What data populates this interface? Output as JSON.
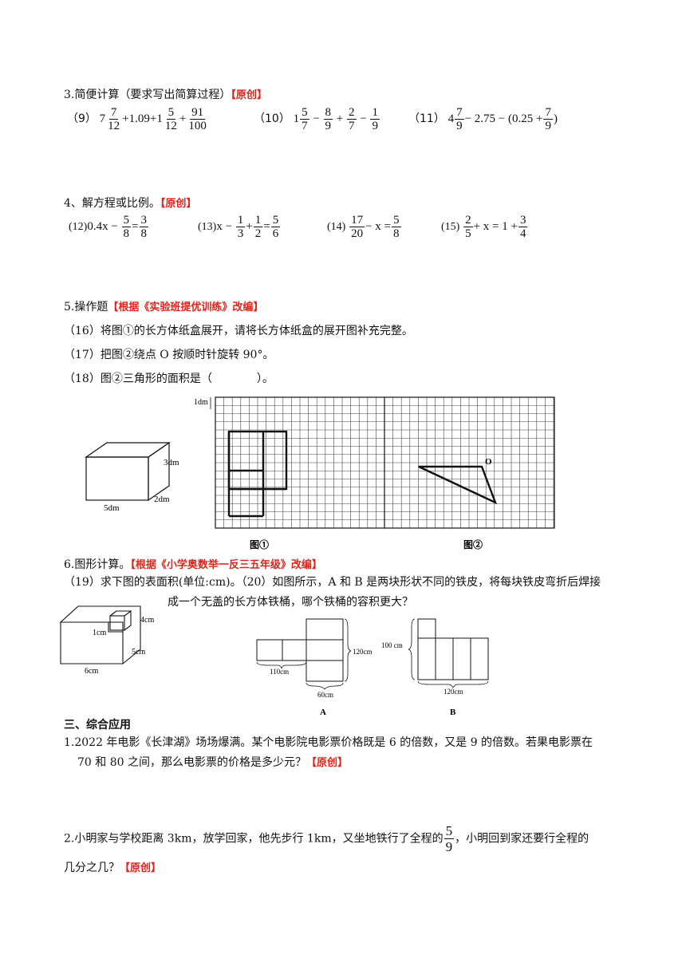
{
  "sec3": {
    "title": "3.简便计算（要求写出简算过程）",
    "tag": "【原创】",
    "p9": {
      "label": "（9）",
      "w1": "7",
      "f1n": "7",
      "f1d": "12",
      "m1": "+1.09+1",
      "f2n": "5",
      "f2d": "12",
      "op": "+",
      "f3n": "91",
      "f3d": "100"
    },
    "p10": {
      "label": "（10）",
      "w1": "1",
      "f1n": "5",
      "f1d": "7",
      "op1": "−",
      "f2n": "8",
      "f2d": "9",
      "op2": "+",
      "f3n": "2",
      "f3d": "7",
      "op3": "−",
      "f4n": "1",
      "f4d": "9"
    },
    "p11": {
      "label": "（11）",
      "w1": "4",
      "f1n": "7",
      "f1d": "9",
      "mid": "− 2.75 − (0.25 +",
      "f2n": "7",
      "f2d": "9",
      "close": ")"
    }
  },
  "sec4": {
    "title": "4、解方程或比例。",
    "tag": "【原创】",
    "p12": {
      "label": "(12)",
      "a": "0.4x −",
      "f1n": "5",
      "f1d": "8",
      "eq": "=",
      "f2n": "3",
      "f2d": "8"
    },
    "p13": {
      "label": "(13)",
      "a": "x −",
      "f1n": "1",
      "f1d": "3",
      "op": "+",
      "f2n": "1",
      "f2d": "2",
      "eq": "=",
      "f3n": "5",
      "f3d": "6"
    },
    "p14": {
      "label": "(14)",
      "f1n": "17",
      "f1d": "20",
      "a": "− x =",
      "f2n": "5",
      "f2d": "8"
    },
    "p15": {
      "label": "(15)",
      "f1n": "2",
      "f1d": "5",
      "a": "+ x = 1 +",
      "f2n": "3",
      "f2d": "4"
    }
  },
  "sec5": {
    "title": "5.操作题",
    "tag": "【根据《实验班提优训练》改编】",
    "q16": "（16）将图①的长方体纸盒展开，请将长方体纸盒的展开图补充完整。",
    "q17": "（17）把图②绕点 O 按顺时针旋转 90°。",
    "q18": "（18）图②三角形的面积是（　　　　）。",
    "box_labels": {
      "h": "3dm",
      "w": "5dm",
      "d": "2dm"
    },
    "grid_unit": "1dm",
    "point": "O",
    "fig1": "图①",
    "fig2": "图②"
  },
  "sec6": {
    "title": "6.图形计算。",
    "tag": "【根据《小学奥数举一反三五年级》改编】",
    "q19": "（19）求下图的表面积(单位:cm)。",
    "q20a": "（20）如图所示，A 和 B 是两块形状不同的铁皮，将每块铁皮弯折后焊接",
    "q20b": "成一个无盖的长方体铁桶，哪个铁桶的容积更大？",
    "solid_labels": {
      "h": "4cm",
      "d": "5cm",
      "w": "6cm",
      "cut": "1cm"
    },
    "A_labels": {
      "w": "110cm",
      "h": "120cm",
      "b": "60cm",
      "name": "A"
    },
    "B_labels": {
      "h": "100 cm",
      "w": "120cm",
      "name": "B"
    }
  },
  "sec_apply": {
    "title": "三、综合应用",
    "q1a": "1.2022 年电影《长津湖》场场爆满。某个电影院电影票价格既是 6 的倍数，又是 9 的倍数。若果电影票在",
    "q1b": "70 和 80 之间，那么电影票的价格是多少元？",
    "q1tag": "【原创】",
    "q2a": "2.小明家与学校距离 3km，放学回家，他先步行 1km，又坐地铁行了全程的",
    "q2fn": "5",
    "q2fd": "9",
    "q2b": "，小明回到家还要行全程的",
    "q2c": "几分之几？",
    "q2tag": "【原创】"
  }
}
